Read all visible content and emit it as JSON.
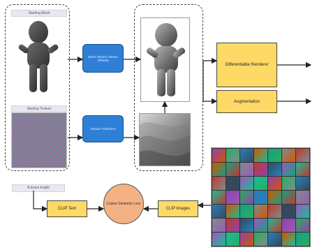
{
  "labels": {
    "starting_mesh": "Starting Mesh",
    "starting_texture": "Starting Texture",
    "text_prompt": "A brave knight",
    "mesh_deform": "Mesh Deform (Vertex Offsets)",
    "texture_transform": "Texture Transform",
    "differentiable_renderer": "Differentiable Renderer",
    "augmentation": "Augmentation",
    "clip_text": "CLIP Text",
    "clip_images": "CLIP Images",
    "cosine_similarity_loss": "Cosine Similarity Loss"
  },
  "colors": {
    "blue": "#2f7fd6",
    "yellow": "#ffd966",
    "orange": "#f4b183",
    "dashed": "#444444",
    "arrow": "#222222"
  }
}
